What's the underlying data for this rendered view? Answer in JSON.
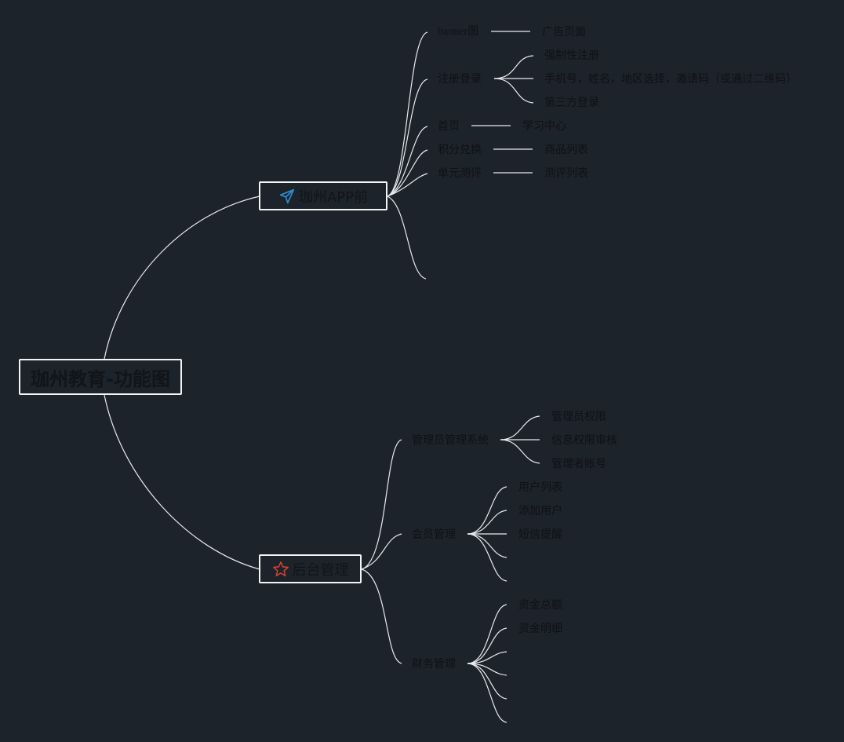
{
  "root": {
    "title": "珈州教育-功能图"
  },
  "app": {
    "title": "珈州APP前",
    "icon": "paper-plane-icon",
    "icon_color": "#2a8fd0",
    "sections": [
      {
        "label": "banner图",
        "children": [
          "广告页面"
        ]
      },
      {
        "label": "注册登录",
        "children": [
          "强制性注册",
          "手机号，姓名，地区选择，邀请码（或通过二维码）",
          "第三方登录"
        ]
      },
      {
        "label": "首页",
        "children": [
          "学习中心"
        ]
      },
      {
        "label": "积分兑换",
        "children": [
          "商品列表"
        ]
      },
      {
        "label": "单元测评",
        "children": [
          "测评列表"
        ]
      }
    ]
  },
  "admin": {
    "title": "后台管理",
    "icon": "star-icon",
    "icon_color": "#e0412f",
    "sections": [
      {
        "label": "管理员管理系统",
        "children": [
          "管理员权限",
          "信息权限审核",
          "管理者账号"
        ]
      },
      {
        "label": "会员管理",
        "children": [
          "用户列表",
          "添加用户",
          "短信提醒"
        ]
      },
      {
        "label": "财务管理",
        "children": [
          "资金总额",
          "资金明细"
        ]
      }
    ]
  },
  "colors": {
    "background": "#1d232b",
    "line": "#e8ebef",
    "text": "#0e1115",
    "box_border": "#f2f4f6"
  }
}
